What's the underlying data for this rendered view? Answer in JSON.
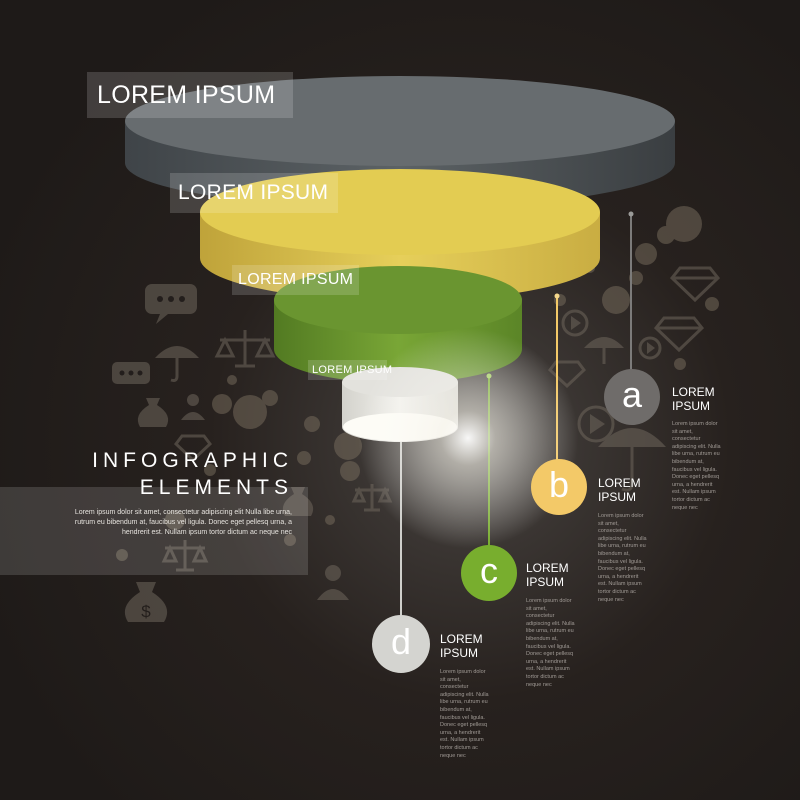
{
  "tiers": [
    {
      "label": "LOREM IPSUM",
      "color": "#5a5f62"
    },
    {
      "label": "LOREM IPSUM",
      "color": "#e8d15a"
    },
    {
      "label": "LOREM IPSUM",
      "color": "#6f9a2e"
    },
    {
      "label": "LOREM IPSUM",
      "color": "#f0efe9"
    }
  ],
  "heading": {
    "line1": "INFOGRAPHIC",
    "line2": "ELEMENTS"
  },
  "intro": "Lorem ipsum dolor sit amet, consectetur adipiscing elit Nulla libe urna, rutrum eu bibendum at, faucibus vel ligula. Donec eget pellesq urna, a hendrerit est. Nullam ipsum tortor dictum ac neque nec",
  "items": [
    {
      "letter": "a",
      "title": "LOREM IPSUM",
      "color": "#6f6c6a",
      "body": "Lorem ipsum dolor sit amet, consectetur adipiscing elit. Nulla libe urna, rutrum eu bibendum at, faucibus vel ligula. Donec eget pellesq urna, a hendrerit est. Nullam ipsum tortor dictum ac neque nec"
    },
    {
      "letter": "b",
      "title": "LOREM IPSUM",
      "color": "#f3c968",
      "body": "Lorem ipsum dolor sit amet, consectetur adipiscing elit. Nulla libe urna, rutrum eu bibendum at, faucibus vel ligula. Donec eget pellesq urna, a hendrerit est. Nullam ipsum tortor dictum ac neque nec"
    },
    {
      "letter": "c",
      "title": "LOREM IPSUM",
      "color": "#78ae2e",
      "body": "Lorem ipsum dolor sit amet, consectetur adipiscing elit. Nulla libe urna, rutrum eu bibendum at, faucibus vel ligula. Donec eget pellesq urna, a hendrerit est. Nullam ipsum tortor dictum ac neque nec"
    },
    {
      "letter": "d",
      "title": "LOREM IPSUM",
      "color": "#d4d4d0",
      "body": "Lorem ipsum dolor sit amet, consectetur adipiscing elit. Nulla libe urna, rutrum eu bibendum at, faucibus vel ligula. Donec eget pellesq urna, a hendrerit est. Nullam ipsum tortor dictum ac neque nec"
    }
  ],
  "background_icons": [
    "chat-icon",
    "umbrella-icon",
    "scales-icon",
    "money-bag-icon",
    "person-icon",
    "diamond-icon",
    "play-icon"
  ]
}
